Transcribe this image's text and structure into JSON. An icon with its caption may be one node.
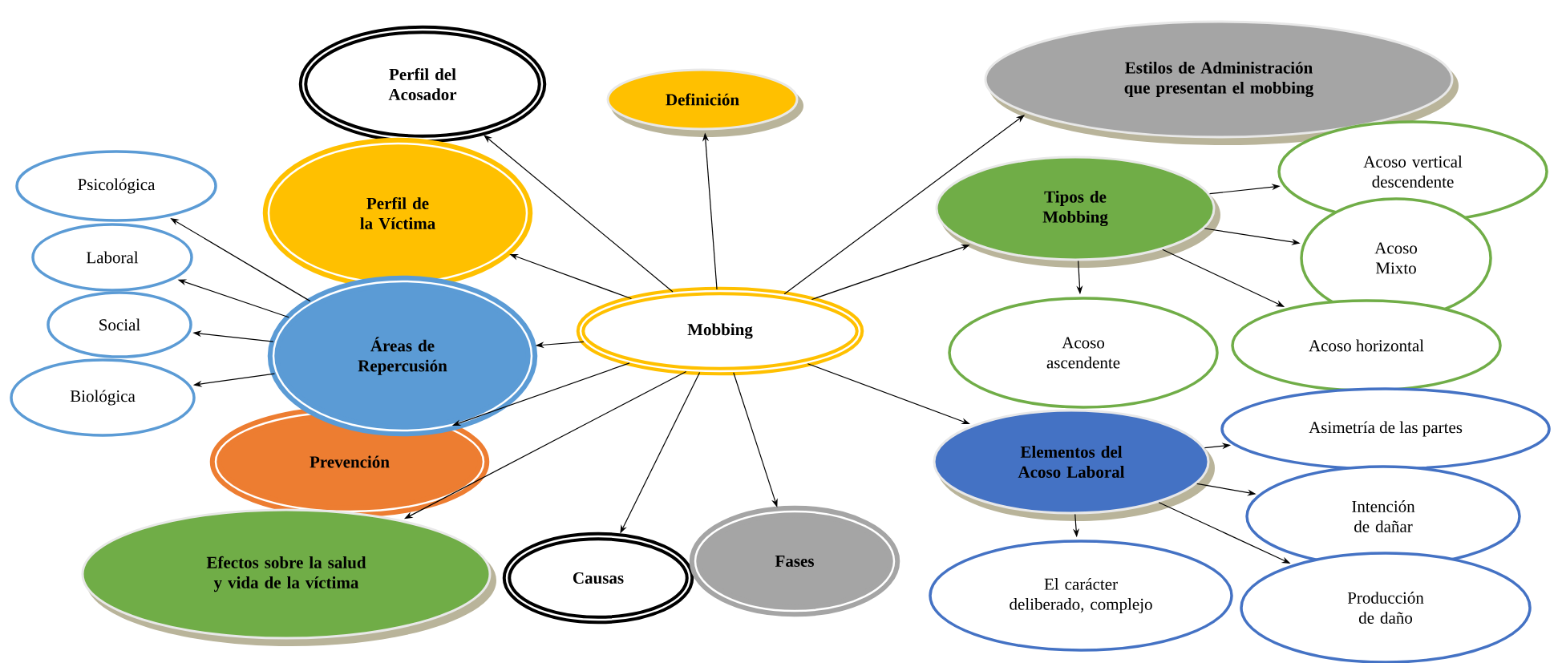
{
  "diagram": {
    "nodes": [
      {
        "text": [
          "Mobbing"
        ]
      },
      {
        "text": [
          "Perfil del Acosador"
        ]
      },
      {
        "text": [
          "Definición"
        ]
      },
      {
        "text": [
          "Perfil de la Víctima"
        ]
      },
      {
        "text": [
          "Psicológica"
        ]
      },
      {
        "text": [
          "Laboral"
        ]
      },
      {
        "text": [
          "Social"
        ]
      },
      {
        "text": [
          "Biológica"
        ]
      },
      {
        "text": [
          "Áreas de Repercusión"
        ]
      },
      {
        "text": [
          "Prevención"
        ]
      },
      {
        "text": [
          "Efectos sobre la salud y vida de la víctima"
        ]
      },
      {
        "text": [
          "Causas"
        ]
      },
      {
        "text": [
          "Fases"
        ]
      },
      {
        "text": [
          "Estilos de Administración que presentan el mobbing"
        ]
      },
      {
        "text": [
          "Tipos de Mobbing"
        ]
      },
      {
        "text": [
          "Acoso vertical descendente"
        ]
      },
      {
        "text": [
          "Acoso Mixto"
        ]
      },
      {
        "text": [
          "Acoso ascendente"
        ]
      },
      {
        "text": [
          "Acoso horizontal"
        ]
      },
      {
        "text": [
          "Elementos del Acoso Laboral"
        ]
      },
      {
        "text": [
          "Asimetría de las partes"
        ]
      },
      {
        "text": [
          "Intención de dañar"
        ]
      },
      {
        "text": [
          "El carácter deliberado, complejo"
        ]
      },
      {
        "text": [
          "Producción de daño"
        ]
      }
    ],
    "edges": [
      {
        "from": 0,
        "to": 1,
        "arrow": "to"
      },
      {
        "from": 0,
        "to": 2,
        "arrow": "to"
      },
      {
        "from": 0,
        "to": 3,
        "arrow": "to"
      },
      {
        "from": 0,
        "to": 8,
        "arrow": "to"
      },
      {
        "from": 0,
        "to": 9,
        "arrow": "to"
      },
      {
        "from": 0,
        "to": 10,
        "arrow": "to"
      },
      {
        "from": 0,
        "to": 11,
        "arrow": "to"
      },
      {
        "from": 0,
        "to": 12,
        "arrow": "to"
      },
      {
        "from": 0,
        "to": 13,
        "arrow": "to"
      },
      {
        "from": 0,
        "to": 14,
        "arrow": "to"
      },
      {
        "from": 0,
        "to": 19,
        "arrow": "to"
      },
      {
        "from": 8,
        "to": 4,
        "arrow": "to"
      },
      {
        "from": 8,
        "to": 5,
        "arrow": "to"
      },
      {
        "from": 8,
        "to": 6,
        "arrow": "to"
      },
      {
        "from": 8,
        "to": 7,
        "arrow": "to"
      },
      {
        "from": 14,
        "to": 15,
        "arrow": "to"
      },
      {
        "from": 14,
        "to": 16,
        "arrow": "to"
      },
      {
        "from": 14,
        "to": 17,
        "arrow": "to"
      },
      {
        "from": 14,
        "to": 18,
        "arrow": "to"
      },
      {
        "from": 19,
        "to": 20,
        "arrow": "to"
      },
      {
        "from": 19,
        "to": 21,
        "arrow": "to"
      },
      {
        "from": 19,
        "to": 22,
        "arrow": "to"
      },
      {
        "from": 19,
        "to": 23,
        "arrow": "to"
      }
    ]
  }
}
